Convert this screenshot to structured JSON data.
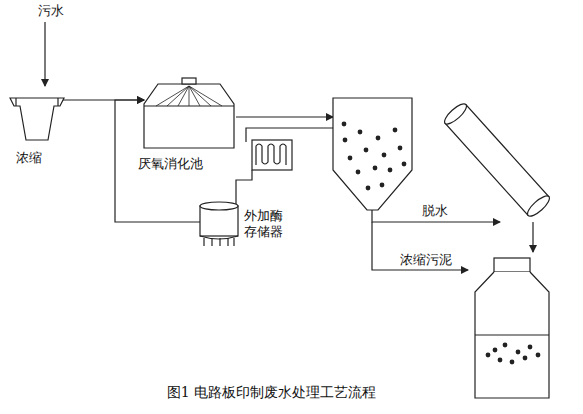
{
  "diagram": {
    "caption": "图1   电路板印制废水处理工艺流程",
    "nodes": [
      {
        "text": [
          "浓缩"
        ]
      },
      {
        "text": [
          "厌氧消化池"
        ]
      },
      {
        "text": [
          "外加酶 存储器"
        ]
      }
    ],
    "edges": [
      {
        "from": 0,
        "to": 1,
        "arrow": "to"
      },
      {
        "from": 2,
        "to": 1,
        "arrow": "to"
      }
    ],
    "labels": [
      "污水",
      "脱水",
      "浓缩污泥"
    ]
  }
}
